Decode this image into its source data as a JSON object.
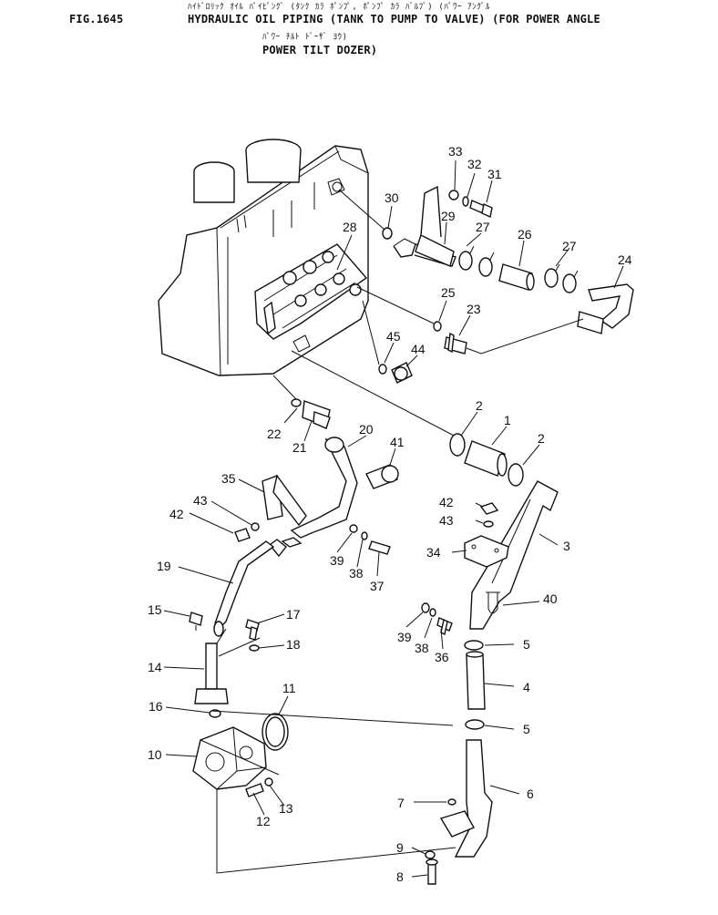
{
  "header": {
    "fig_id": "FIG.1645",
    "title_kata_1": "ﾊｲﾄﾞﾛﾘｯｸ ｵｲﾙ ﾊﾟｲﾋﾟﾝｸﾞ (ﾀﾝｸ ｶﾗ ﾎﾟﾝﾌﾟ, ﾎﾟﾝﾌﾟ ｶﾗ ﾊﾞﾙﾌﾞ) (ﾊﾟﾜｰ ｱﾝｸﾞﾙ",
    "title_1": "HYDRAULIC OIL PIPING (TANK TO PUMP TO VALVE) (FOR POWER ANGLE",
    "title_kata_2": "ﾊﾟﾜｰ ﾁﾙﾄ ﾄﾞｰｻﾞ ﾖｳ)",
    "title_2": "POWER TILT DOZER)"
  },
  "callouts": {
    "n1": "1",
    "n2a": "2",
    "n2b": "2",
    "n3": "3",
    "n4": "4",
    "n5a": "5",
    "n5b": "5",
    "n6": "6",
    "n7": "7",
    "n8": "8",
    "n9": "9",
    "n10": "10",
    "n11": "11",
    "n12": "12",
    "n13": "13",
    "n14": "14",
    "n15": "15",
    "n16": "16",
    "n17": "17",
    "n18": "18",
    "n19": "19",
    "n20": "20",
    "n21": "21",
    "n22": "22",
    "n23": "23",
    "n24": "24",
    "n25": "25",
    "n26": "26",
    "n27a": "27",
    "n27b": "27",
    "n28": "28",
    "n29": "29",
    "n30": "30",
    "n31": "31",
    "n32": "32",
    "n33": "33",
    "n34": "34",
    "n35": "35",
    "n36": "36",
    "n37": "37",
    "n38a": "38",
    "n38b": "38",
    "n39a": "39",
    "n39b": "39",
    "n40": "40",
    "n41": "41",
    "n42a": "42",
    "n42b": "42",
    "n43a": "43",
    "n43b": "43",
    "n44": "44",
    "n45": "45"
  }
}
